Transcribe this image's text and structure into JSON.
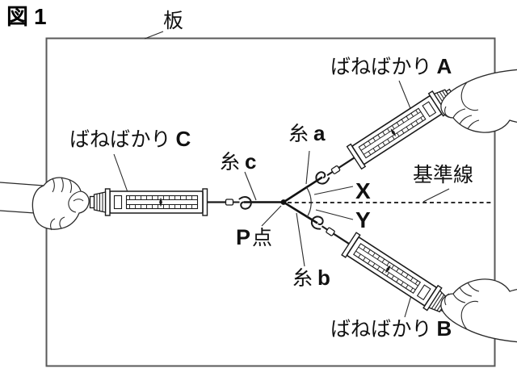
{
  "figure_label": {
    "prefix": "図",
    "number": "1"
  },
  "board": {
    "label": "板"
  },
  "spring_scales": {
    "a": {
      "jp": "ばねばかり",
      "id": "A"
    },
    "b": {
      "jp": "ばねばかり",
      "id": "B"
    },
    "c": {
      "jp": "ばねばかり",
      "id": "C"
    }
  },
  "strings": {
    "a": {
      "jp": "糸",
      "id": "a"
    },
    "b": {
      "jp": "糸",
      "id": "b"
    },
    "c": {
      "jp": "糸",
      "id": "c"
    }
  },
  "point_p": {
    "latin": "P",
    "jp": "点"
  },
  "reference_line": {
    "label": "基準線"
  },
  "angles": {
    "x": "X",
    "y": "Y"
  },
  "colors": {
    "ink": "#1a1a1a",
    "board_border": "#595959",
    "background": "#ffffff"
  }
}
